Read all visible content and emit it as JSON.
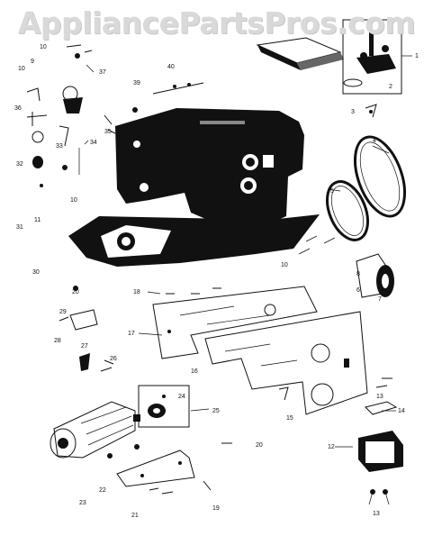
{
  "watermark": "AppliancePartsPros.com",
  "labels": [
    "1",
    "2",
    "3",
    "4",
    "5",
    "6",
    "7",
    "8",
    "9",
    "10",
    "10",
    "10",
    "10",
    "11",
    "12",
    "13",
    "13",
    "14",
    "15",
    "16",
    "17",
    "18",
    "19",
    "20",
    "20",
    "21",
    "22",
    "23",
    "24",
    "25",
    "26",
    "27",
    "28",
    "29",
    "30",
    "31",
    "32",
    "33",
    "34",
    "35",
    "36",
    "37",
    "39",
    "40"
  ]
}
